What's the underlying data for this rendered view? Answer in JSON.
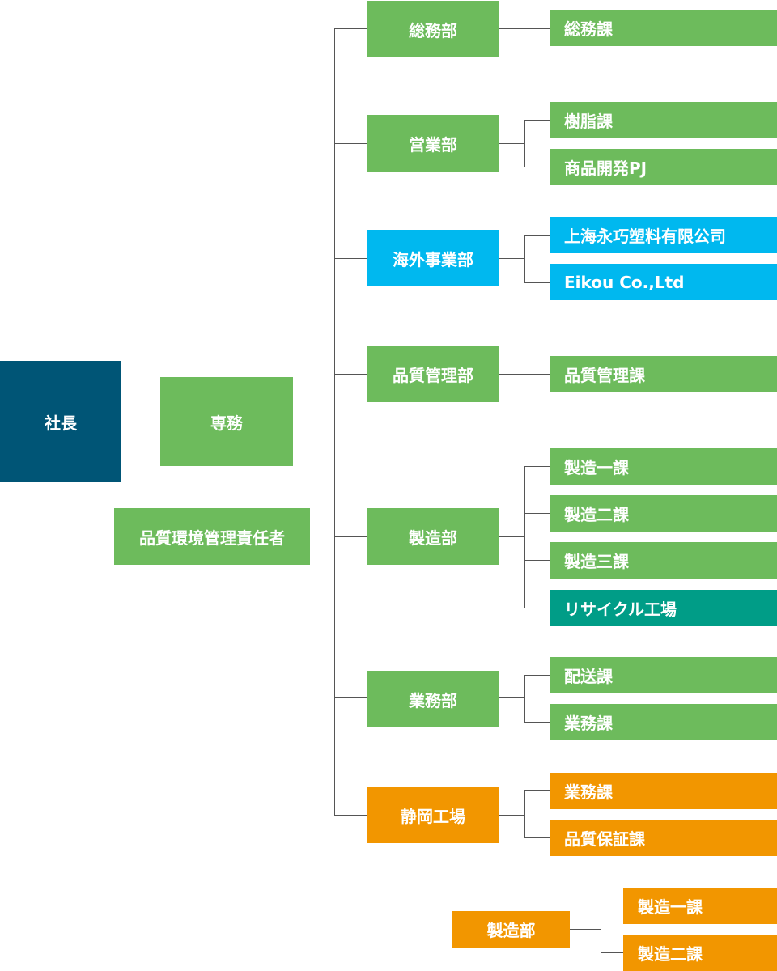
{
  "colors": {
    "executive": "#005576",
    "department": "#6dbb5c",
    "overseas": "#00b8ef",
    "recycle": "#009d87",
    "shizuoka": "#f29600",
    "connector": "#555555"
  },
  "president": {
    "label": "社長"
  },
  "senior_director": {
    "label": "専務"
  },
  "qe_manager": {
    "label": "品質環境管理責任者"
  },
  "departments": [
    {
      "label": "総務部",
      "sections": [
        {
          "label": "総務課"
        }
      ]
    },
    {
      "label": "営業部",
      "sections": [
        {
          "label": "樹脂課"
        },
        {
          "label": "商品開発PJ"
        }
      ]
    },
    {
      "label": "海外事業部",
      "sections": [
        {
          "label": "上海永巧塑料有限公司"
        },
        {
          "label": "Eikou Co.,Ltd"
        }
      ]
    },
    {
      "label": "品質管理部",
      "sections": [
        {
          "label": "品質管理課"
        }
      ]
    },
    {
      "label": "製造部",
      "sections": [
        {
          "label": "製造一課"
        },
        {
          "label": "製造二課"
        },
        {
          "label": "製造三課"
        },
        {
          "label": "リサイクル工場"
        }
      ]
    },
    {
      "label": "業務部",
      "sections": [
        {
          "label": "配送課"
        },
        {
          "label": "業務課"
        }
      ]
    },
    {
      "label": "静岡工場",
      "sections": [
        {
          "label": "業務課"
        },
        {
          "label": "品質保証課"
        }
      ],
      "sub_department": {
        "label": "製造部",
        "sections": [
          {
            "label": "製造一課"
          },
          {
            "label": "製造二課"
          }
        ]
      }
    }
  ]
}
